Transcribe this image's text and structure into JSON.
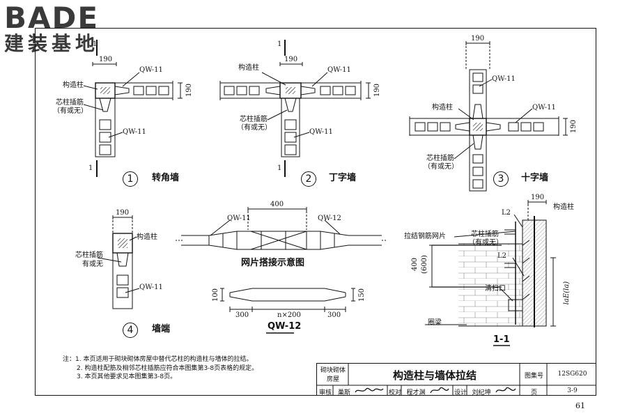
{
  "logo": {
    "brand": "BADE",
    "tagline": "建装基地"
  },
  "details": {
    "d1": {
      "num": "1",
      "title": "转角墙",
      "dim": "190",
      "dim_side": "190",
      "qw_top": "QW-11",
      "qw_side": "QW-11",
      "label_col": "构造柱",
      "label_core": "芯柱插筋",
      "label_core_sub": "（有或无）",
      "section": "1"
    },
    "d2": {
      "num": "2",
      "title": "丁字墙",
      "dim": "190",
      "dim_side": "190",
      "qw_top": "QW-11",
      "qw_side": "QW-11",
      "label_col": "构造柱",
      "label_core": "芯柱插筋",
      "label_core_sub": "（有或无）",
      "section": "1"
    },
    "d3": {
      "num": "3",
      "title": "十字墙",
      "dim": "190",
      "dim_side": "190",
      "qw_top": "QW-11",
      "qw_right": "QW-11",
      "label_col": "构造柱",
      "label_core": "芯柱插筋",
      "label_core_sub": "（有或无）"
    },
    "d4": {
      "num": "4",
      "title": "墙端",
      "dim": "190",
      "qw": "QW-11",
      "label_col": "构造柱",
      "label_core": "芯柱插筋",
      "label_core_sub": "有或无"
    }
  },
  "mesh": {
    "title": "网片搭接示意图",
    "dim": "400",
    "qw_left": "QW-11",
    "qw_right": "QW-12"
  },
  "qw12": {
    "title": "QW-12",
    "h_left": "100",
    "h_right": "150",
    "d_left": "300",
    "d_mid": "n×200",
    "d_right": "300"
  },
  "section11": {
    "title": "1-1",
    "dim_top": "190",
    "label_col": "构造柱",
    "l2_a": "L2",
    "l2_b": "L2",
    "label_core": "芯柱插筋",
    "label_core_sub": "（有或无）",
    "label_mesh": "拉结钢筋网片",
    "h_dim": "400",
    "h_dim_sub": "(600)",
    "cleanout": "清扫口",
    "ring_beam": "圈梁",
    "lae": "laE(la)"
  },
  "notes": [
    "注：1. 本页适用于砌块砌体房屋中替代芯柱的构造柱与墙体的拉结。",
    "2. 构造柱配筋及相邻芯柱插筋应符合本图集第3-8页表格的规定。",
    "3. 本页其他要求见本图集第3-8页。"
  ],
  "titleblock": {
    "category_1": "砌块砌体",
    "category_2": "房屋",
    "title": "构造柱与墙体拉结",
    "atlas_label": "图集号",
    "atlas_no": "12SG620",
    "review_label": "审核",
    "reviewer": "巢斯",
    "check_label": "校对",
    "checker": "程才渊",
    "design_label": "设计",
    "designer": "刘纪坤",
    "page_label": "页",
    "page_no": "3-9"
  },
  "page_number": "61"
}
